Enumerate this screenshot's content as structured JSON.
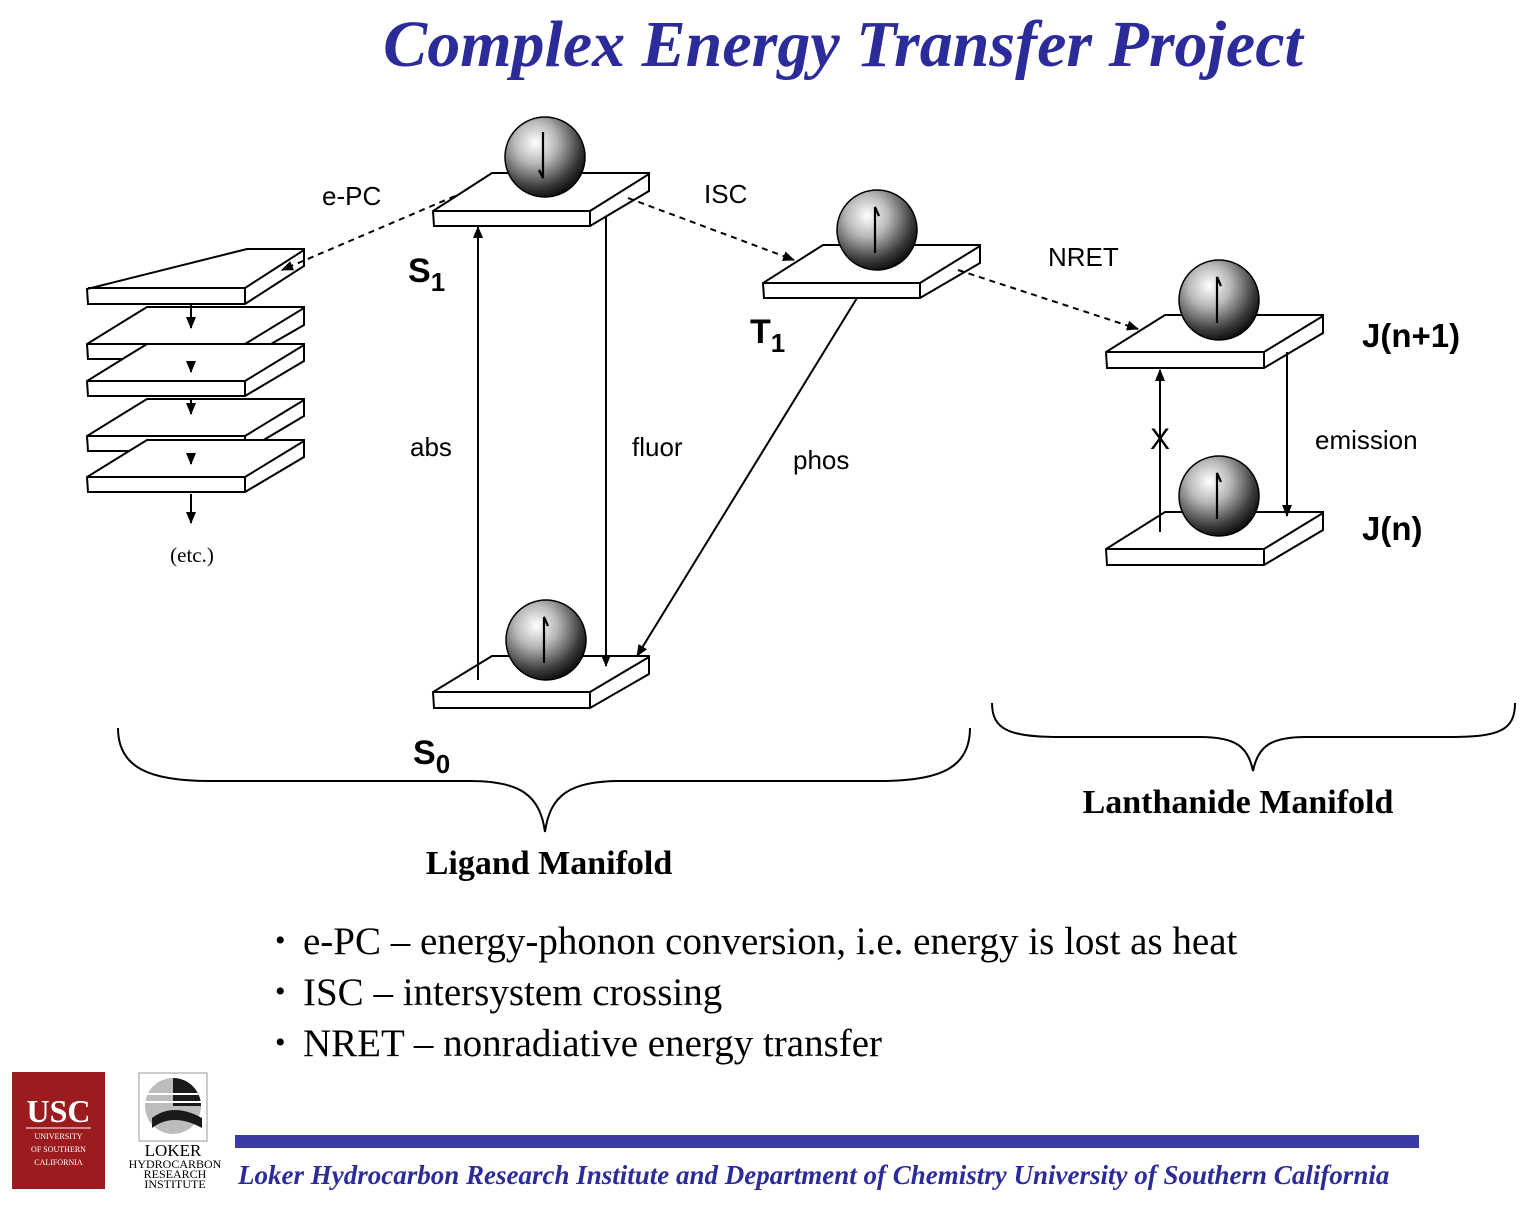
{
  "title": "Complex Energy Transfer Project",
  "colors": {
    "title": "#2b2b99",
    "footer_bar": "#3b3ba6",
    "footer_text": "#2b2b99",
    "usc_red": "#9b1b1f"
  },
  "diagram": {
    "states": {
      "s1": {
        "main": "S",
        "sub": "1"
      },
      "s0": {
        "main": "S",
        "sub": "0"
      },
      "t1": {
        "main": "T",
        "sub": "1"
      },
      "j_upper": "J(n+1)",
      "j_lower": "J(n)"
    },
    "transitions": {
      "epc": "e-PC",
      "isc": "ISC",
      "nret": "NRET",
      "abs": "abs",
      "fluor": "fluor",
      "phos": "phos",
      "emission": "emission",
      "blocked_mark": "X"
    },
    "etc_label": "(etc.)",
    "groups": {
      "ligand": "Ligand Manifold",
      "lanthanide": "Lanthanide Manifold"
    }
  },
  "bullets": [
    "e-PC – energy-phonon conversion, i.e. energy is lost as heat",
    "ISC – intersystem crossing",
    "NRET – nonradiative energy transfer"
  ],
  "logos": {
    "usc": {
      "name": "USC",
      "line1": "UNIVERSITY",
      "line2": "OF SOUTHERN",
      "line3": "CALIFORNIA"
    },
    "loker": {
      "line1": "LOKER",
      "line2": "HYDROCARBON",
      "line3": "RESEARCH",
      "line4": "INSTITUTE"
    }
  },
  "footer": "Loker Hydrocarbon Research Institute and Department of Chemistry University of Southern California"
}
